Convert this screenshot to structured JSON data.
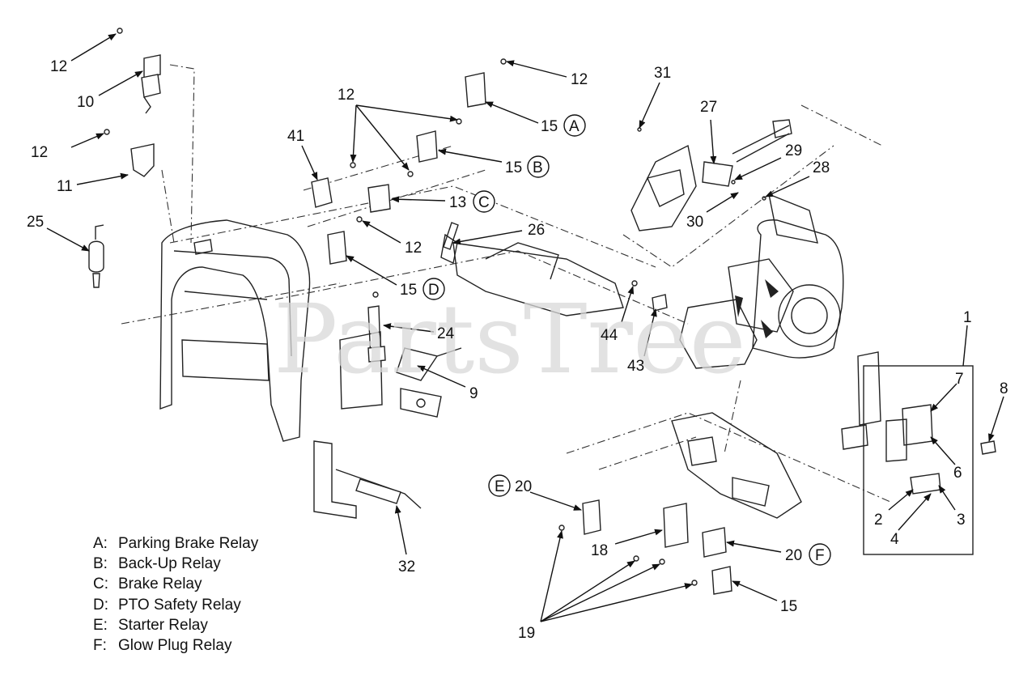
{
  "watermark": "PartsTree",
  "callouts": {
    "c12a": "12",
    "c10": "10",
    "c12b": "12",
    "c11": "11",
    "c25": "25",
    "c12c": "12",
    "c15a": "15",
    "c12d": "12",
    "c41": "41",
    "c15b": "15",
    "c13c": "13",
    "c12e": "12",
    "c26": "26",
    "c15d": "15",
    "c24": "24",
    "c9": "9",
    "c32": "32",
    "c31": "31",
    "c27": "27",
    "c29": "29",
    "c28": "28",
    "c30": "30",
    "c44": "44",
    "c43": "43",
    "c1": "1",
    "c7": "7",
    "c8": "8",
    "c6": "6",
    "c2": "2",
    "c3": "3",
    "c4": "4",
    "c20e": "20",
    "c18": "18",
    "c20f": "20",
    "c15f": "15",
    "c19": "19"
  },
  "circled_letters": {
    "a": "A",
    "b": "B",
    "c": "C",
    "d": "D",
    "e": "E",
    "f": "F"
  },
  "legend": [
    {
      "key": "A:",
      "label": "Parking Brake Relay"
    },
    {
      "key": "B:",
      "label": "Back-Up Relay"
    },
    {
      "key": "C:",
      "label": "Brake Relay"
    },
    {
      "key": "D:",
      "label": "PTO Safety Relay"
    },
    {
      "key": "E:",
      "label": "Starter Relay"
    },
    {
      "key": "F:",
      "label": "Glow Plug Relay"
    }
  ]
}
